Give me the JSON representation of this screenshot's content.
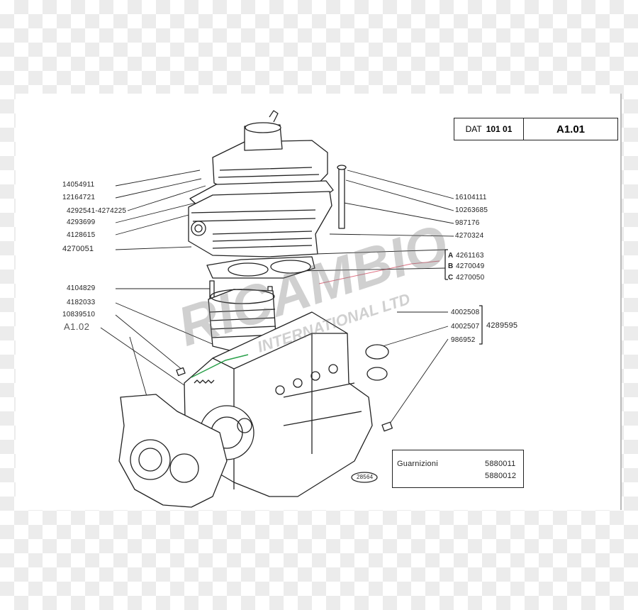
{
  "header": {
    "dat_label": "DAT",
    "dat_number": "101 01",
    "page_code": "A1.01"
  },
  "left_labels": [
    "14054911",
    "12164721",
    "4292541-4274225",
    "4293699",
    "4128615",
    "4270051",
    "4104829",
    "4182033",
    "10839510"
  ],
  "left_ref": "A1.02",
  "right_labels": [
    "16104111",
    "10263685",
    "987176",
    "4270324"
  ],
  "options": [
    {
      "letter": "A",
      "code": "4261163"
    },
    {
      "letter": "B",
      "code": "4270049"
    },
    {
      "letter": "C",
      "code": "4270050"
    }
  ],
  "group": {
    "items": [
      "4002508",
      "4002507",
      "986952"
    ],
    "total": "4289595"
  },
  "gaskets": {
    "label": "Guarnizioni",
    "codes": [
      "5880011",
      "5880012"
    ]
  },
  "drawing_number": "28564",
  "watermark": {
    "line1": "RICAMBIO",
    "line2": "INTERNATIONAL LTD"
  }
}
